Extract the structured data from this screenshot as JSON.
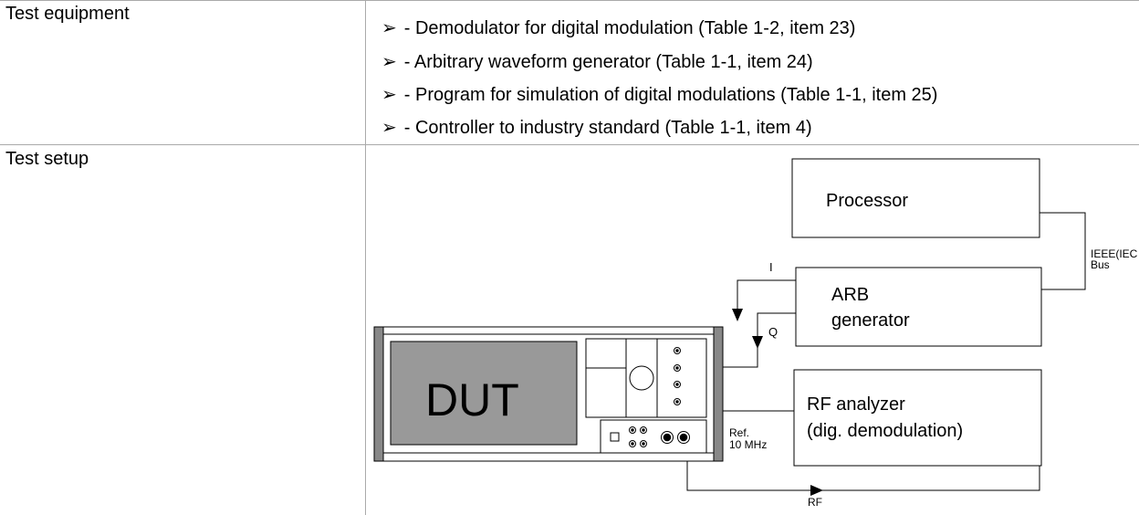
{
  "table": {
    "row1_label": "Test equipment",
    "row2_label": "Test setup",
    "equipment_bullet": "➢",
    "equipment": [
      "- Demodulator for digital modulation (Table 1-2, item 23)",
      "- Arbitrary waveform generator (Table 1-1, item 24)",
      "- Program for simulation of digital modulations (Table 1-1, item 25)",
      "- Controller to industry standard (Table 1-1, item 4)"
    ]
  },
  "diagram": {
    "processor": "Processor",
    "bus_label_line1": "IEEE(IEC",
    "bus_label_line2": "Bus",
    "arb_line1": "ARB",
    "arb_line2": "generator",
    "i_label": "I",
    "q_label": "Q",
    "dut": "DUT",
    "rf_line1": "RF analyzer",
    "rf_line2": "(dig. demodulation)",
    "ref_line1": "Ref.",
    "ref_line2": "10 MHz",
    "rf_label": "RF"
  }
}
